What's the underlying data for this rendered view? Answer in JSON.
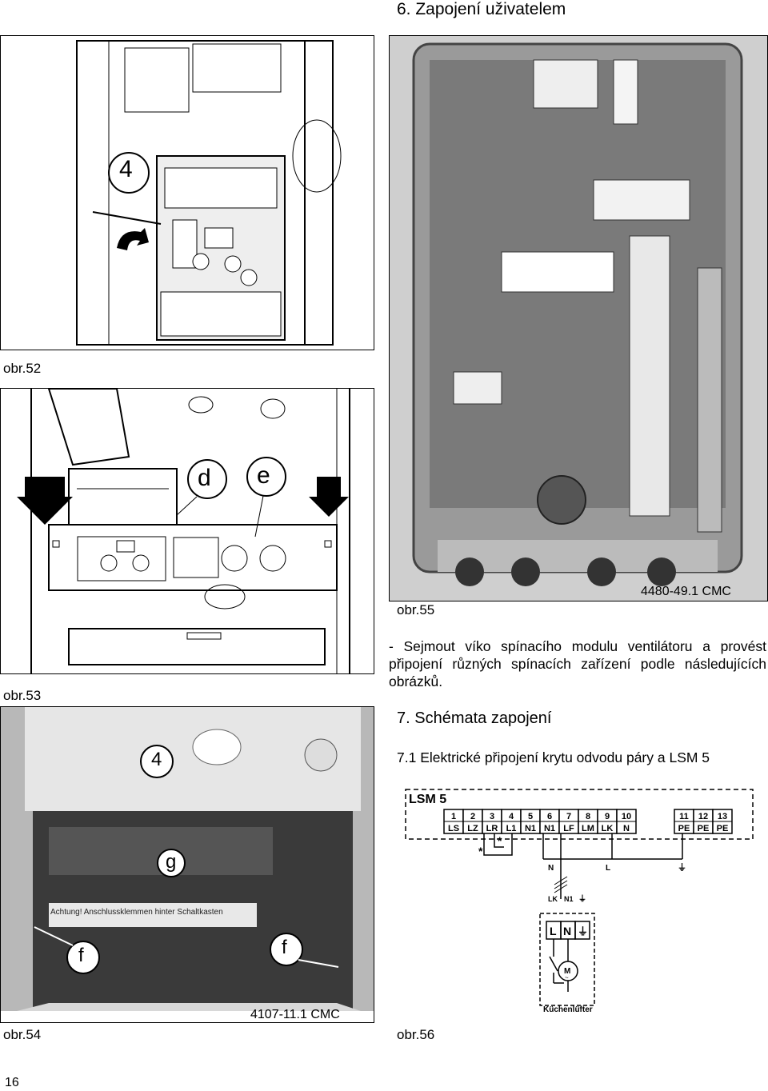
{
  "header": {
    "title": "6. Zapojení uživatelem"
  },
  "figures": {
    "obr52": {
      "caption": "obr.52",
      "callout": "4"
    },
    "obr53": {
      "caption": "obr.53",
      "callout_d": "d",
      "callout_e": "e"
    },
    "obr54": {
      "caption": "obr.54",
      "callout_4": "4",
      "callout_g": "g",
      "callout_f": "f",
      "warning_label": "Achtung! Anschlussklemmen hinter Schaltkasten",
      "ref": "4107-11.1 CMC"
    },
    "obr55": {
      "caption": "obr.55",
      "ref": "4480-49.1 CMC"
    },
    "obr56": {
      "caption": "obr.56"
    }
  },
  "text": {
    "bullet": "- Sejmout víko spínacího modulu ventilátoru a provést připojení různých spínacích zařízení podle následujících obrázků.",
    "section": "7. Schémata zapojení",
    "subsection": "7.1 Elektrické připojení krytu odvodu páry a LSM 5"
  },
  "diagram": {
    "title": "LSM 5",
    "terminals": [
      {
        "num": "1",
        "label": "LS"
      },
      {
        "num": "2",
        "label": "LZ"
      },
      {
        "num": "3",
        "label": "LR"
      },
      {
        "num": "4",
        "label": "L1"
      },
      {
        "num": "5",
        "label": "N1"
      },
      {
        "num": "6",
        "label": "N1"
      },
      {
        "num": "7",
        "label": "LF"
      },
      {
        "num": "8",
        "label": "LM"
      },
      {
        "num": "9",
        "label": "LK"
      },
      {
        "num": "10",
        "label": "N"
      }
    ],
    "pe_terminals": [
      {
        "num": "11",
        "label": "PE"
      },
      {
        "num": "12",
        "label": "PE"
      },
      {
        "num": "13",
        "label": "PE"
      }
    ],
    "star": "*",
    "line_n": "N",
    "line_l": "L",
    "hood_lk": "LK",
    "hood_n1": "N1",
    "hood_l": "L",
    "hood_n": "N",
    "motor": "M",
    "hood_label": "Küchenlüfter"
  },
  "page_number": "16"
}
